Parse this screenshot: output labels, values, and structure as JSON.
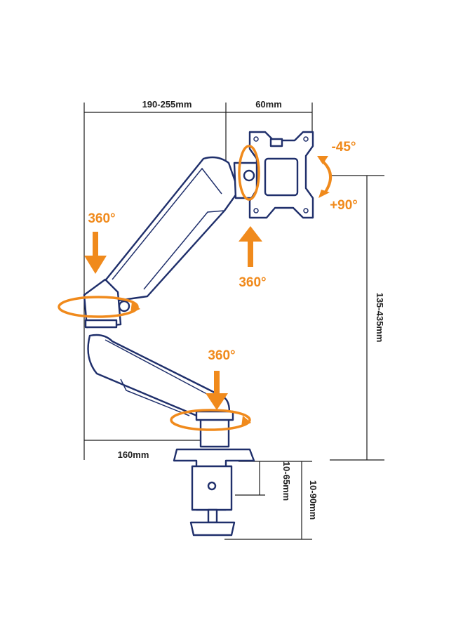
{
  "dimensions": {
    "arm_reach": "190-255mm",
    "vesa_offset": "60mm",
    "height_range": "135-435mm",
    "base_offset": "160mm",
    "clamp_thickness": "10-65mm",
    "clamp_opening": "10-90mm"
  },
  "rotations": {
    "tilt_up": "-45°",
    "tilt_down": "+90°",
    "monitor_swivel": "360°",
    "elbow_swivel": "360°",
    "base_swivel": "360°"
  },
  "colors": {
    "accent": "#f08a1c",
    "outline": "#1f2f6b",
    "dimension_line": "#1a1a1a"
  }
}
